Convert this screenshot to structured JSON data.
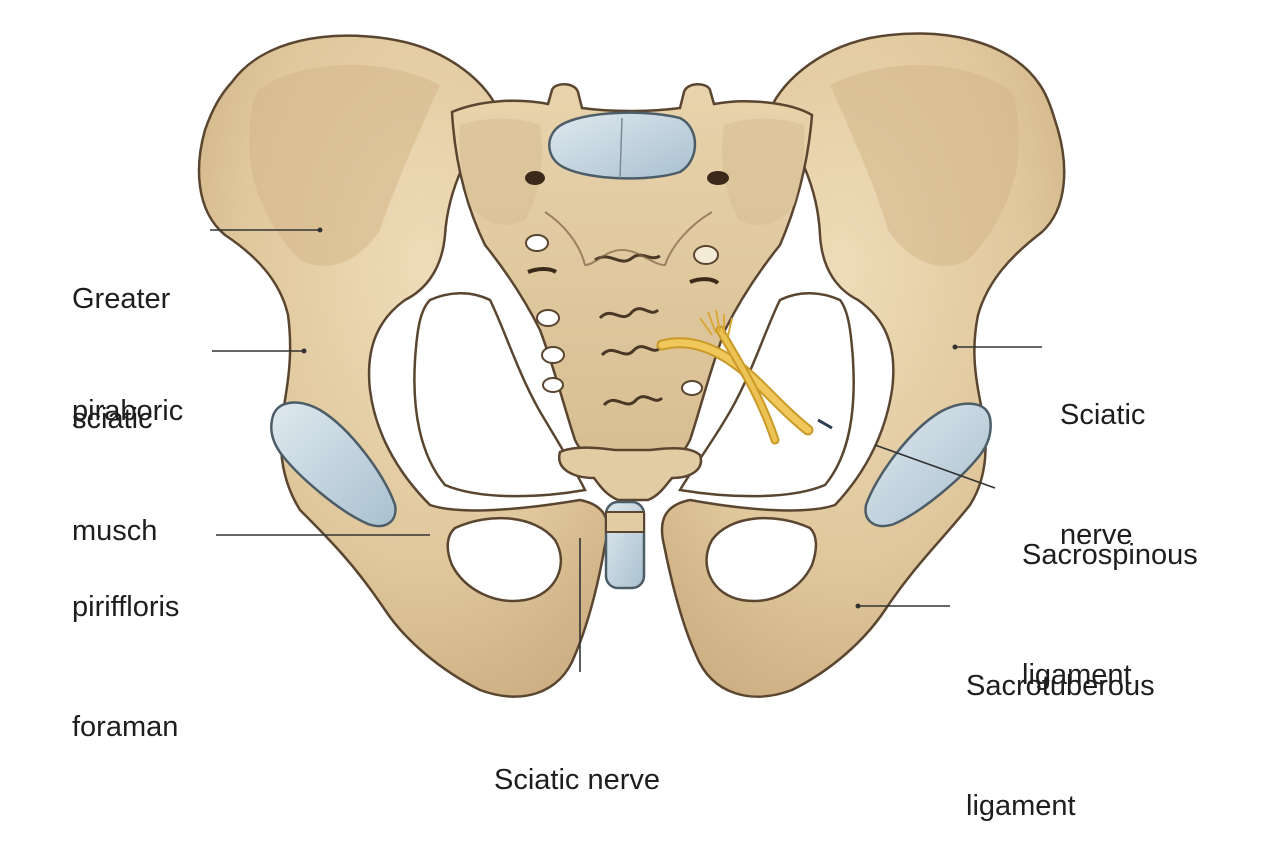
{
  "colors": {
    "bone": "#e3cda4",
    "bone_shadow": "#bfa075",
    "bone_outline": "#5a4630",
    "cartilage": "#c6d7e2",
    "nerve": "#e2b640",
    "leader_line": "#333333"
  },
  "labels": [
    {
      "id": "greater-sciatic",
      "lines": [
        "Greater",
        "sciatic"
      ]
    },
    {
      "id": "piraboric-musch",
      "lines": [
        "piraboric",
        "musch"
      ]
    },
    {
      "id": "piriffloris-foraman",
      "lines": [
        "piriffloris",
        "foraman"
      ]
    },
    {
      "id": "sciatic-nerve-right",
      "lines": [
        "Sciatic",
        "nerve"
      ]
    },
    {
      "id": "sacrospinous-ligament",
      "lines": [
        "Sacrospinous",
        "ligament"
      ]
    },
    {
      "id": "sacrotuberous-ligament",
      "lines": [
        "Sacrotuberous",
        "ligament"
      ]
    },
    {
      "id": "sciatic-nerve-bottom",
      "lines": [
        "Sciatic nerve"
      ]
    }
  ]
}
